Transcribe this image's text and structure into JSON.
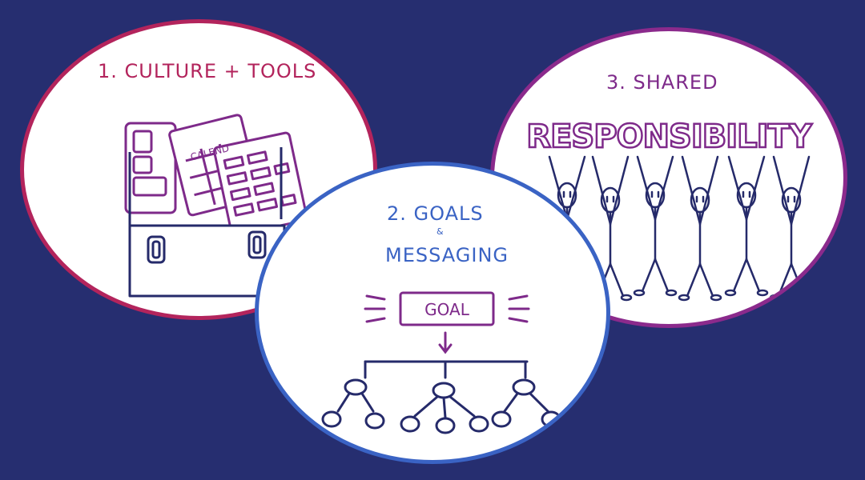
{
  "bubbles": {
    "culture_tools": {
      "title": "1. CULTURE + TOOLS",
      "calendar_text": "CALEND",
      "border_color": "#b3245c",
      "title_color": "#b3245c"
    },
    "goals_messaging": {
      "title_line1": "2. GOALS",
      "ampersand": "&",
      "title_line2": "MESSAGING",
      "goal_box_text": "GOAL",
      "border_color": "#3a63c4",
      "title_color": "#3a63c4"
    },
    "shared_responsibility": {
      "title_line1": "3. SHARED",
      "title_big": "RESPONSIBILITY",
      "border_color": "#8b2a8c",
      "title_color": "#7e2a8a"
    }
  },
  "colors": {
    "background": "#262e70",
    "ink": "#252a6a",
    "purple": "#7e2a8a"
  }
}
